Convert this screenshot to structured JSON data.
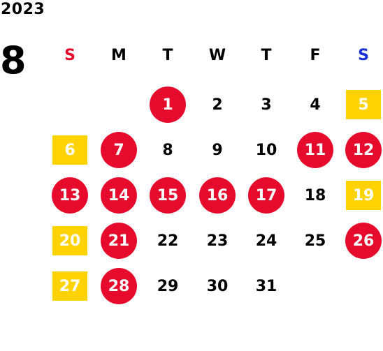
{
  "calendar": {
    "year": "2023",
    "month": "8",
    "weekdays": [
      {
        "label": "S",
        "color": "#e60b2c"
      },
      {
        "label": "M",
        "color": "#000000"
      },
      {
        "label": "T",
        "color": "#000000"
      },
      {
        "label": "W",
        "color": "#000000"
      },
      {
        "label": "T",
        "color": "#000000"
      },
      {
        "label": "F",
        "color": "#000000"
      },
      {
        "label": "S",
        "color": "#1730d8"
      }
    ],
    "days": [
      {
        "n": "1",
        "style": "holiday"
      },
      {
        "n": "2",
        "style": "normal"
      },
      {
        "n": "3",
        "style": "normal"
      },
      {
        "n": "4",
        "style": "normal"
      },
      {
        "n": "5",
        "style": "weekend"
      },
      {
        "n": "6",
        "style": "weekend"
      },
      {
        "n": "7",
        "style": "holiday"
      },
      {
        "n": "8",
        "style": "normal"
      },
      {
        "n": "9",
        "style": "normal"
      },
      {
        "n": "10",
        "style": "normal"
      },
      {
        "n": "11",
        "style": "holiday"
      },
      {
        "n": "12",
        "style": "holiday"
      },
      {
        "n": "13",
        "style": "holiday"
      },
      {
        "n": "14",
        "style": "holiday"
      },
      {
        "n": "15",
        "style": "holiday"
      },
      {
        "n": "16",
        "style": "holiday"
      },
      {
        "n": "17",
        "style": "holiday"
      },
      {
        "n": "18",
        "style": "normal"
      },
      {
        "n": "19",
        "style": "weekend"
      },
      {
        "n": "20",
        "style": "weekend"
      },
      {
        "n": "21",
        "style": "holiday"
      },
      {
        "n": "22",
        "style": "normal"
      },
      {
        "n": "23",
        "style": "normal"
      },
      {
        "n": "24",
        "style": "normal"
      },
      {
        "n": "25",
        "style": "normal"
      },
      {
        "n": "26",
        "style": "holiday"
      },
      {
        "n": "27",
        "style": "weekend"
      },
      {
        "n": "28",
        "style": "holiday"
      },
      {
        "n": "29",
        "style": "normal"
      },
      {
        "n": "30",
        "style": "normal"
      },
      {
        "n": "31",
        "style": "normal"
      }
    ],
    "colors": {
      "holiday": "#e60b2c",
      "weekend": "#ffd200"
    }
  }
}
